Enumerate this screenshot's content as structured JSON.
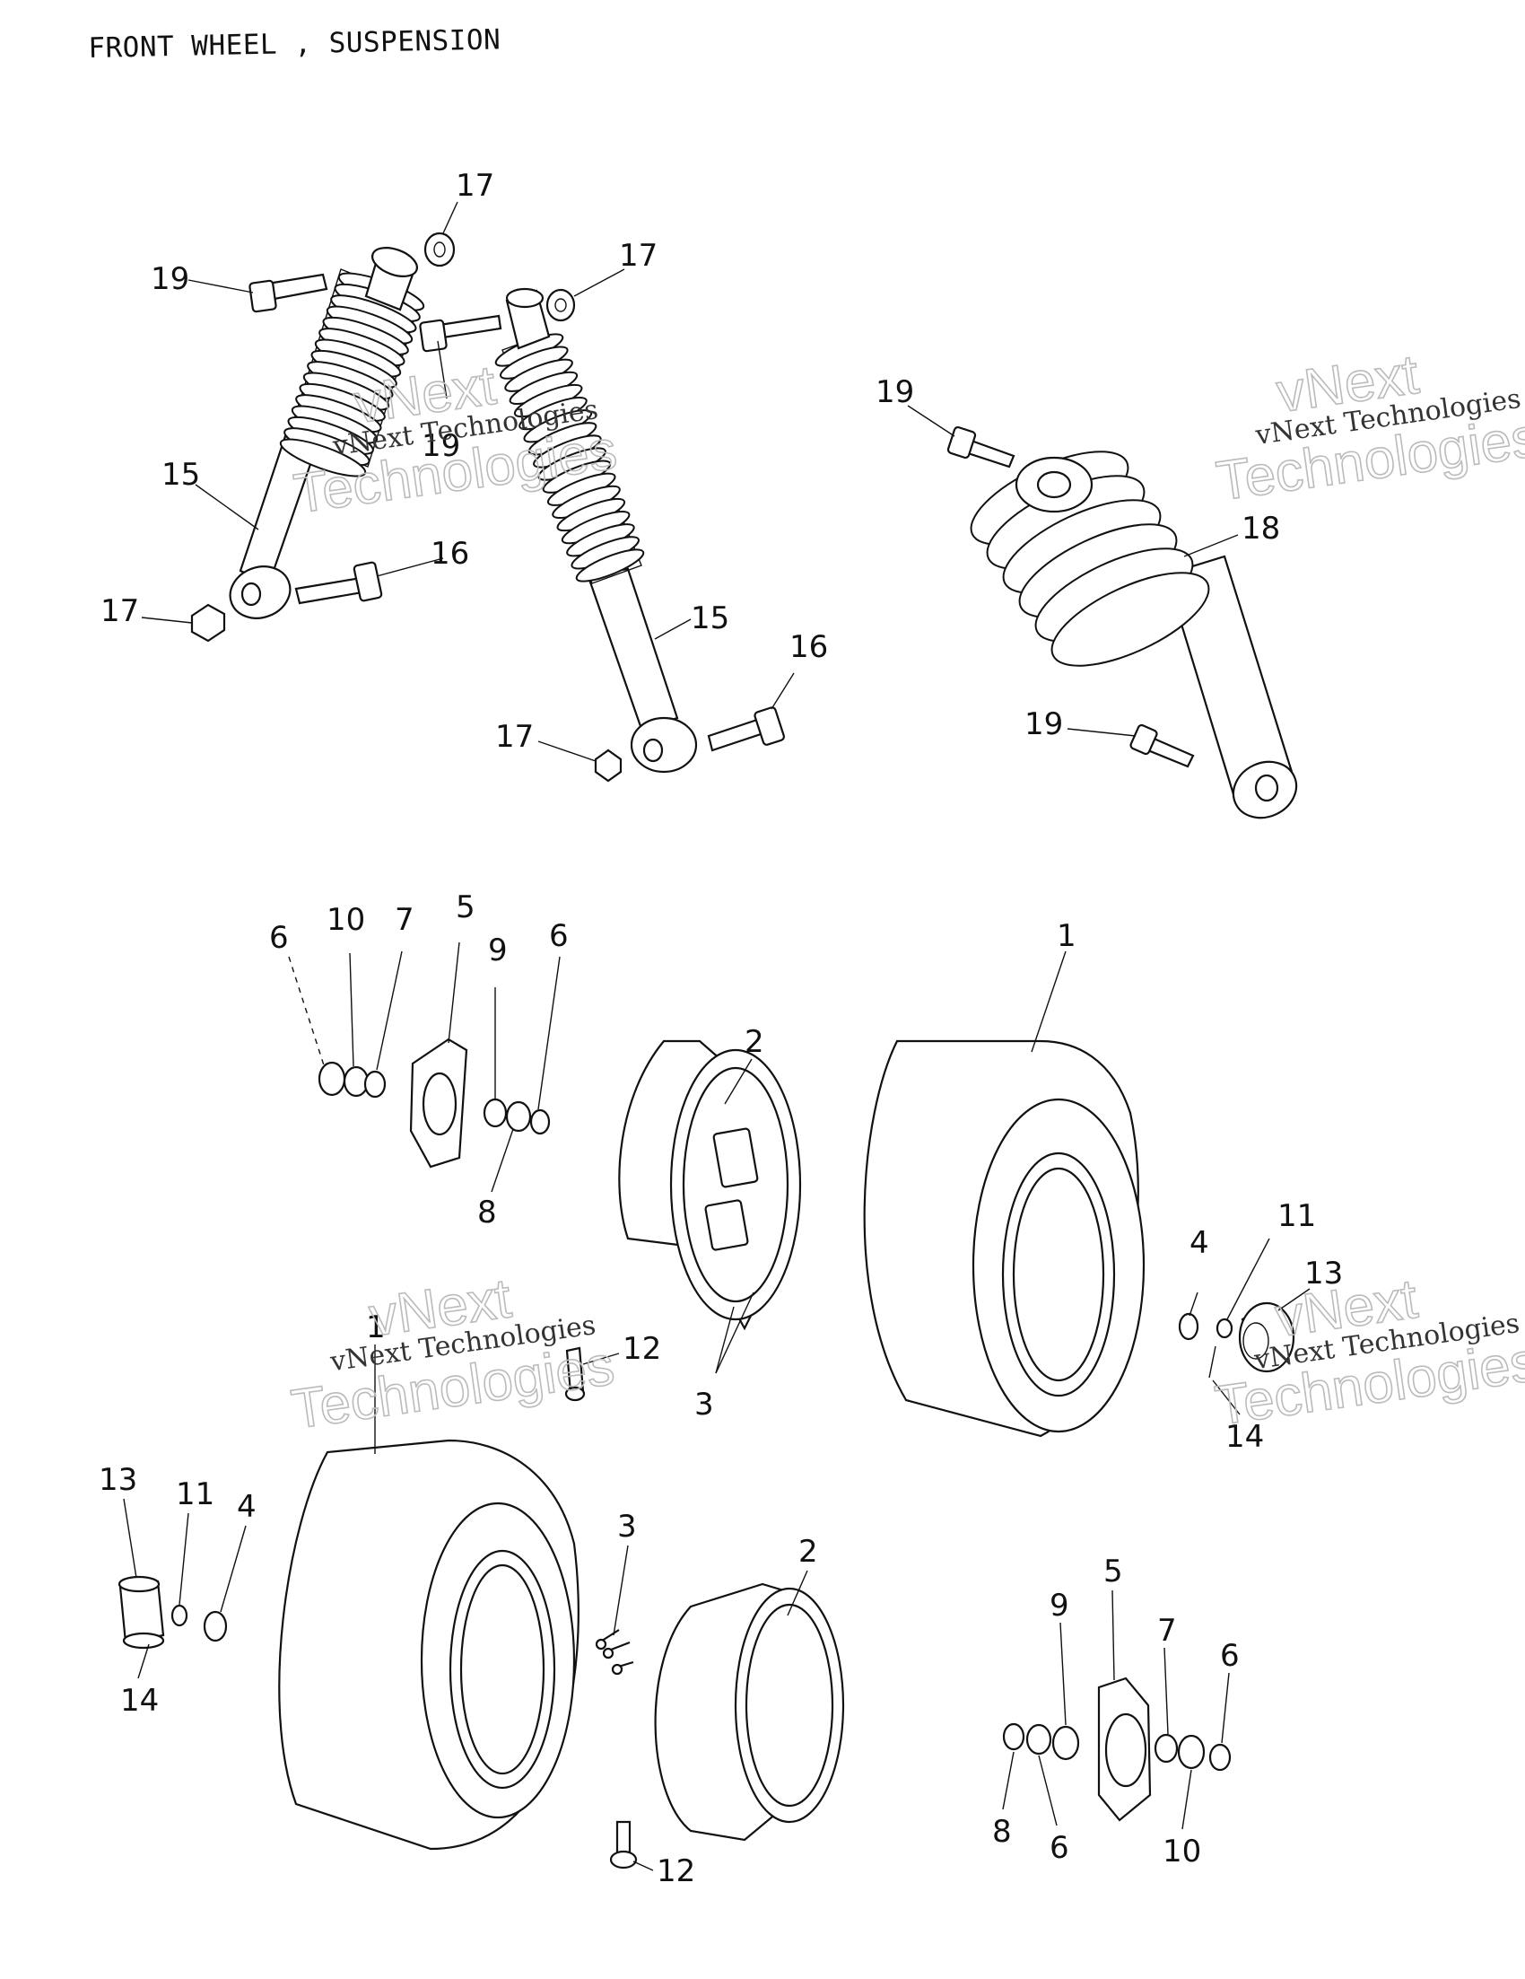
{
  "title": "FRONT WHEEL , SUSPENSION",
  "watermark": {
    "brand": "vNext",
    "line1": "vNext Technologies",
    "line2": "Technologies"
  },
  "callouts": [
    {
      "id": "c17a",
      "label": "17"
    },
    {
      "id": "c19a",
      "label": "19"
    },
    {
      "id": "c17b",
      "label": "17"
    },
    {
      "id": "c19b",
      "label": "19"
    },
    {
      "id": "c15a",
      "label": "15"
    },
    {
      "id": "c16a",
      "label": "16"
    },
    {
      "id": "c17c",
      "label": "17"
    },
    {
      "id": "c15b",
      "label": "15"
    },
    {
      "id": "c16b",
      "label": "16"
    },
    {
      "id": "c17d",
      "label": "17"
    },
    {
      "id": "c19c",
      "label": "19"
    },
    {
      "id": "c18",
      "label": "18"
    },
    {
      "id": "c19d",
      "label": "19"
    },
    {
      "id": "c6a",
      "label": "6"
    },
    {
      "id": "c10a",
      "label": "10"
    },
    {
      "id": "c7a",
      "label": "7"
    },
    {
      "id": "c5a",
      "label": "5"
    },
    {
      "id": "c9a",
      "label": "9"
    },
    {
      "id": "c6b",
      "label": "6"
    },
    {
      "id": "c8a",
      "label": "8"
    },
    {
      "id": "c2a",
      "label": "2"
    },
    {
      "id": "c1a",
      "label": "1"
    },
    {
      "id": "c3a",
      "label": "3"
    },
    {
      "id": "c4a",
      "label": "4"
    },
    {
      "id": "c11a",
      "label": "11"
    },
    {
      "id": "c13a",
      "label": "13"
    },
    {
      "id": "c14a",
      "label": "14"
    },
    {
      "id": "c12a",
      "label": "12"
    },
    {
      "id": "c1b",
      "label": "1"
    },
    {
      "id": "c13b",
      "label": "13"
    },
    {
      "id": "c11b",
      "label": "11"
    },
    {
      "id": "c4b",
      "label": "4"
    },
    {
      "id": "c14b",
      "label": "14"
    },
    {
      "id": "c3b",
      "label": "3"
    },
    {
      "id": "c2b",
      "label": "2"
    },
    {
      "id": "c5b",
      "label": "5"
    },
    {
      "id": "c9b",
      "label": "9"
    },
    {
      "id": "c7b",
      "label": "7"
    },
    {
      "id": "c6c",
      "label": "6"
    },
    {
      "id": "c8b",
      "label": "8"
    },
    {
      "id": "c6d",
      "label": "6"
    },
    {
      "id": "c10b",
      "label": "10"
    },
    {
      "id": "c12b",
      "label": "12"
    }
  ]
}
